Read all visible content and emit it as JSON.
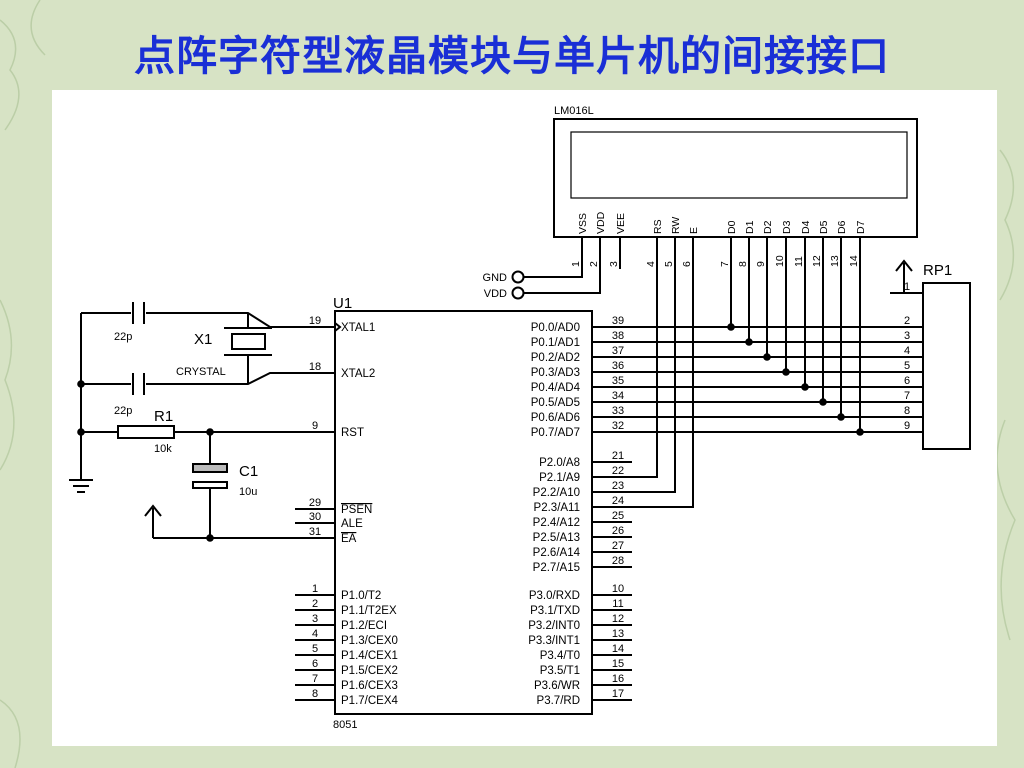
{
  "slide": {
    "title": "点阵字符型液晶模块与单片机的间接接口",
    "colors": {
      "title": "#1a2fd6",
      "background": "#d7e3c5",
      "wire": "#000000"
    }
  },
  "lcd": {
    "name": "LM016L",
    "pins": [
      {
        "num": "1",
        "name": "VSS"
      },
      {
        "num": "2",
        "name": "VDD"
      },
      {
        "num": "3",
        "name": "VEE"
      },
      {
        "num": "4",
        "name": "RS"
      },
      {
        "num": "5",
        "name": "RW"
      },
      {
        "num": "6",
        "name": "E"
      },
      {
        "num": "7",
        "name": "D0"
      },
      {
        "num": "8",
        "name": "D1"
      },
      {
        "num": "9",
        "name": "D2"
      },
      {
        "num": "10",
        "name": "D3"
      },
      {
        "num": "11",
        "name": "D4"
      },
      {
        "num": "12",
        "name": "D5"
      },
      {
        "num": "13",
        "name": "D6"
      },
      {
        "num": "14",
        "name": "D7"
      }
    ],
    "gnd_label": "GND",
    "vdd_label": "VDD"
  },
  "mcu": {
    "ref": "U1",
    "part": "8051",
    "left_pins": [
      {
        "num": "19",
        "name": "XTAL1"
      },
      {
        "num": "18",
        "name": "XTAL2"
      },
      {
        "num": "9",
        "name": "RST"
      },
      {
        "num": "29",
        "name": "PSEN"
      },
      {
        "num": "30",
        "name": "ALE"
      },
      {
        "num": "31",
        "name": "EA"
      },
      {
        "num": "1",
        "name": "P1.0/T2"
      },
      {
        "num": "2",
        "name": "P1.1/T2EX"
      },
      {
        "num": "3",
        "name": "P1.2/ECI"
      },
      {
        "num": "4",
        "name": "P1.3/CEX0"
      },
      {
        "num": "5",
        "name": "P1.4/CEX1"
      },
      {
        "num": "6",
        "name": "P1.5/CEX2"
      },
      {
        "num": "7",
        "name": "P1.6/CEX3"
      },
      {
        "num": "8",
        "name": "P1.7/CEX4"
      }
    ],
    "right_pins": [
      {
        "num": "39",
        "name": "P0.0/AD0"
      },
      {
        "num": "38",
        "name": "P0.1/AD1"
      },
      {
        "num": "37",
        "name": "P0.2/AD2"
      },
      {
        "num": "36",
        "name": "P0.3/AD3"
      },
      {
        "num": "35",
        "name": "P0.4/AD4"
      },
      {
        "num": "34",
        "name": "P0.5/AD5"
      },
      {
        "num": "33",
        "name": "P0.6/AD6"
      },
      {
        "num": "32",
        "name": "P0.7/AD7"
      },
      {
        "num": "21",
        "name": "P2.0/A8"
      },
      {
        "num": "22",
        "name": "P2.1/A9"
      },
      {
        "num": "23",
        "name": "P2.2/A10"
      },
      {
        "num": "24",
        "name": "P2.3/A11"
      },
      {
        "num": "25",
        "name": "P2.4/A12"
      },
      {
        "num": "26",
        "name": "P2.5/A13"
      },
      {
        "num": "27",
        "name": "P2.6/A14"
      },
      {
        "num": "28",
        "name": "P2.7/A15"
      },
      {
        "num": "10",
        "name": "P3.0/RXD"
      },
      {
        "num": "11",
        "name": "P3.1/TXD"
      },
      {
        "num": "12",
        "name": "P3.2/INT0"
      },
      {
        "num": "13",
        "name": "P3.3/INT1"
      },
      {
        "num": "14",
        "name": "P3.4/T0"
      },
      {
        "num": "15",
        "name": "P3.5/T1"
      },
      {
        "num": "16",
        "name": "P3.6/WR"
      },
      {
        "num": "17",
        "name": "P3.7/RD"
      }
    ]
  },
  "components": {
    "crystal": {
      "ref": "X1",
      "value": "CRYSTAL"
    },
    "cap1": {
      "value": "22p"
    },
    "cap2": {
      "value": "22p"
    },
    "resistor": {
      "ref": "R1",
      "value": "10k"
    },
    "electrolytic": {
      "ref": "C1",
      "value": "10u"
    },
    "respack": {
      "ref": "RP1",
      "pins": [
        "1",
        "2",
        "3",
        "4",
        "5",
        "6",
        "7",
        "8",
        "9"
      ]
    }
  }
}
